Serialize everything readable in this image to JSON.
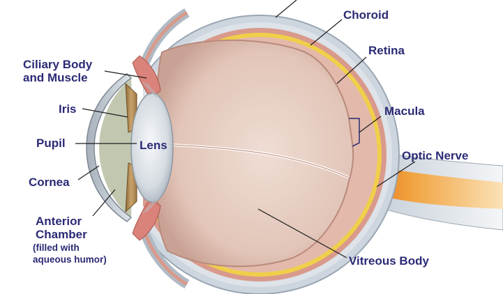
{
  "labels": {
    "choroid": "Choroid",
    "retina": "Retina",
    "macula": "Macula",
    "optic_nerve": "Optic Nerve",
    "vitreous_body": "Vitreous Body",
    "ciliary_line1": "Ciliary Body",
    "ciliary_line2": "and Muscle",
    "iris": "Iris",
    "pupil": "Pupil",
    "lens": "Lens",
    "cornea": "Cornea",
    "anterior_line1": "Anterior",
    "anterior_line2": "Chamber",
    "anterior_line3": "(filled with",
    "anterior_line4": "aqueous humor)"
  },
  "colors": {
    "label_text": "#2b2a75",
    "sclera": "#c9d3dc",
    "choroid": "#d99a8c",
    "retina": "#f0cf4a",
    "vitreous": "#e6cec3",
    "optic_nerve": "#e8912e",
    "lens": "#d7dde3",
    "iris": "#b88f54",
    "cornea": "#b9c2cc"
  }
}
